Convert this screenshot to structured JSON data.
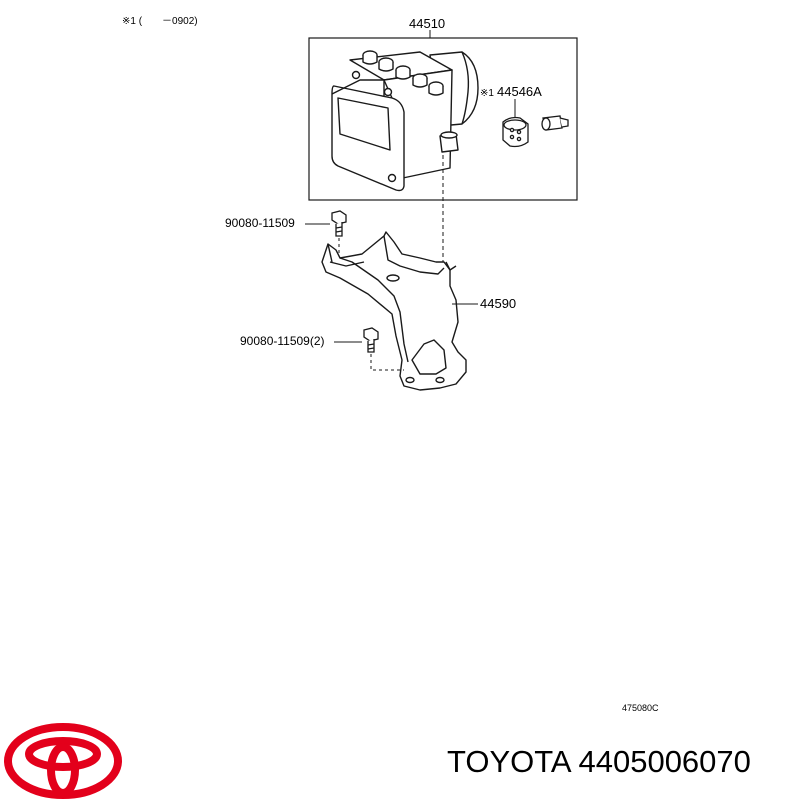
{
  "diagram": {
    "note": "※1 (　　－0902)",
    "parts": {
      "actuator_assembly": "44510",
      "bracket": "44590",
      "valve": "44546A",
      "valve_prefix": "※1",
      "bolt_upper": "90080-11509",
      "bolt_lower": "90080-11509(2)"
    },
    "sheet_code": "475080C"
  },
  "footer": {
    "caption": "TOYOTA 4405006070"
  },
  "colors": {
    "line": "#1a1a1a",
    "logo_red": "#e3001b",
    "background": "#ffffff"
  }
}
